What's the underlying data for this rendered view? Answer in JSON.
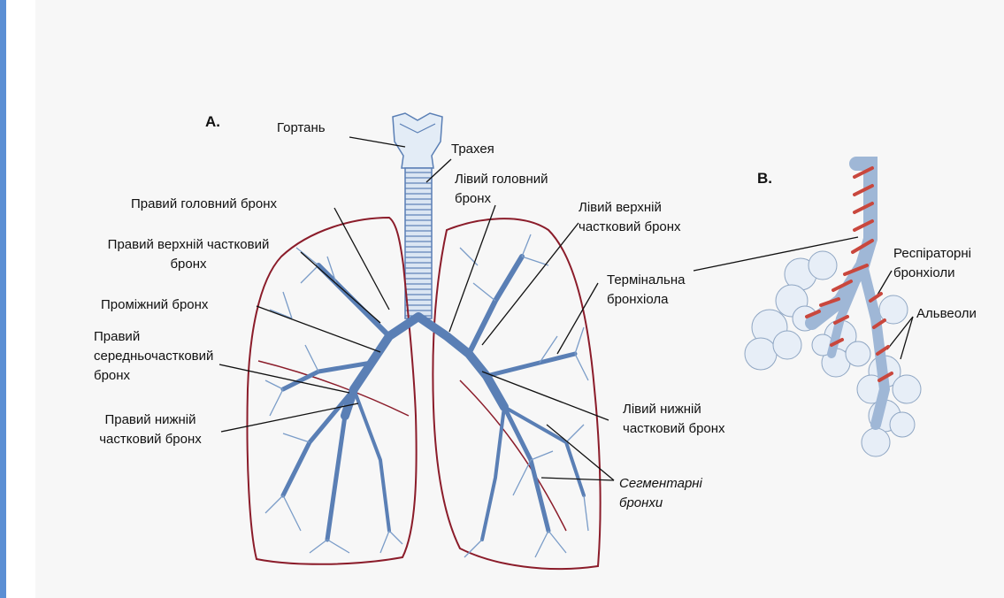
{
  "sections": {
    "a": "A.",
    "b": "B."
  },
  "labels": {
    "larynx": "Гортань",
    "trachea": "Трахея",
    "left_main_bronchus": "Лівий головний\nбронх",
    "right_main_bronchus": "Правий головний бронх",
    "right_upper_lobar": "Правий верхній частковий\nбронх",
    "intermediate": "Проміжний бронх",
    "right_middle_lobar": "Правий\nсередньочастковий\nбронх",
    "right_lower_lobar": "Правий нижній\nчастковий бронх",
    "left_upper_lobar": "Лівий верхній\nчастковий бронх",
    "terminal_bronchiole": "Термінальна\nбронхіола",
    "left_lower_lobar": "Лівий нижній\nчастковий бронх",
    "segmental": "Сегментарні\nбронхи",
    "respiratory_bronchioles": "Респіраторні\nбронхіоли",
    "alveoli": "Альвеоли"
  },
  "colors": {
    "accent": "#5b8fd4",
    "bronchi": "#5a7fb5",
    "lung_outline": "#8b1c2a",
    "smooth_muscle": "#c9473d",
    "alveoli": "#c8d6e6"
  }
}
